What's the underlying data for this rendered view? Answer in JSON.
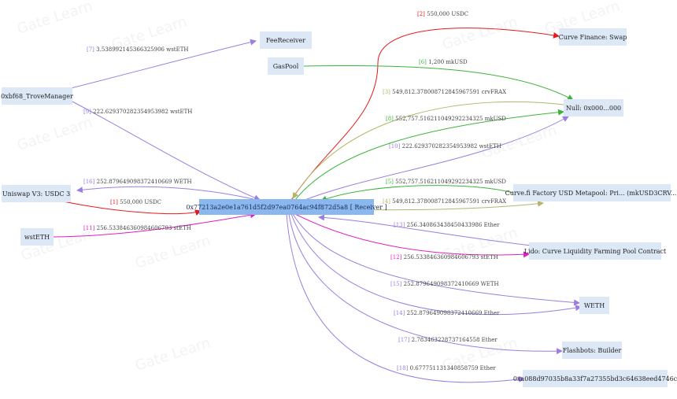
{
  "watermark": "Gate Learn",
  "colors": {
    "red": "#e41a1c",
    "green": "#3cb43c",
    "purple": "#9b7ee0",
    "olive": "#b5b56a",
    "magenta": "#e020c0",
    "node_bg": "#dde8f7",
    "center_bg": "#8ab8ee"
  },
  "nodes": {
    "center": "0x77213a2e0e1a761d5f2d97ea0764ac94f872d5a8 [ Receiver ]",
    "fee_receiver": "FeeReceiver",
    "gas_pool": "GasPool",
    "trove_manager": "0xbf68_TroveManager",
    "uniswap": "Uniswap V3: USDC 3",
    "wsteth": "wstETH",
    "curve_swap": "Curve Finance: Swap",
    "null_addr": "Null: 0x000...000",
    "curve_factory": "Curve.fi Factory USD Metapool: Pri... (mkUSD3CRV...)",
    "lido_curve": "Lido: Curve Liquidity Farming Pool Contract",
    "weth": "WETH",
    "flashbots": "Flashbots: Builder",
    "addr_0xa088": "0xa088d97035b8a33f7a27355bd3c64638eed4746c"
  },
  "edges": [
    {
      "id": "e7",
      "idx": "[7]",
      "text": "3.5389921453663259​06 wstETH"
    },
    {
      "id": "e9",
      "idx": "[9]",
      "text": "222.629370282354953982 wstETH"
    },
    {
      "id": "e16",
      "idx": "[16]",
      "text": "252.87964909837241066​9 WETH"
    },
    {
      "id": "e1",
      "idx": "[1]",
      "text": "550,000 USDC"
    },
    {
      "id": "e11",
      "idx": "[11]",
      "text": "256.533846360984606793 stETH"
    },
    {
      "id": "e2",
      "idx": "[2]",
      "text": "550,000 USDC"
    },
    {
      "id": "e6",
      "idx": "[6]",
      "text": "1,200 mkUSD"
    },
    {
      "id": "e3",
      "idx": "[3]",
      "text": "549,812.378008712845967591 crvFRAX"
    },
    {
      "id": "e8",
      "idx": "[8]",
      "text": "552,757.516211049292234325 mkUSD"
    },
    {
      "id": "e10",
      "idx": "[10]",
      "text": "222.629370282354953982 wstETH"
    },
    {
      "id": "e5",
      "idx": "[5]",
      "text": "552,757.516211049292234325 mkUSD"
    },
    {
      "id": "e4",
      "idx": "[4]",
      "text": "549,812.378008712845967591 crvFRAX"
    },
    {
      "id": "e13",
      "idx": "[13]",
      "text": "256.340863438450433986 Ether"
    },
    {
      "id": "e12",
      "idx": "[12]",
      "text": "256.533846360984606793 stETH"
    },
    {
      "id": "e15",
      "idx": "[15]",
      "text": "252.879649098372410669 WETH"
    },
    {
      "id": "e14",
      "idx": "[14]",
      "text": "252.879649098372410669 Ether"
    },
    {
      "id": "e17",
      "idx": "[17]",
      "text": "2.78346322873716455​8 Ether"
    },
    {
      "id": "e18",
      "idx": "[18]",
      "text": "0.677751131340858759 Ether"
    }
  ]
}
